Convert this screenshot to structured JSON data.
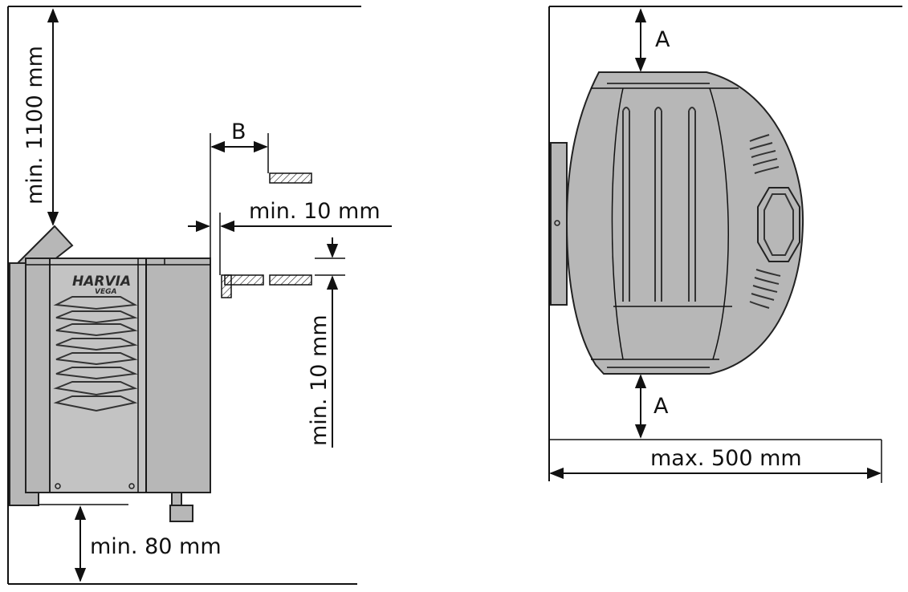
{
  "diagram": {
    "left_view": {
      "dimensions": {
        "top_clearance": "min. 1100 mm",
        "bottom_clearance": "min. 80 mm",
        "wall_gap": "min. 10 mm",
        "bench_gap": "min. 10 mm",
        "bench_distance": "B"
      },
      "logo": {
        "brand": "HARVIA",
        "model": "VEGA"
      }
    },
    "right_view": {
      "dimensions": {
        "top_clearance": "A",
        "bottom_clearance": "A",
        "max_width": "max. 500 mm"
      }
    },
    "colors": {
      "heater_body": "#b7b7b7",
      "outline": "#111111",
      "background": "#ffffff"
    }
  }
}
